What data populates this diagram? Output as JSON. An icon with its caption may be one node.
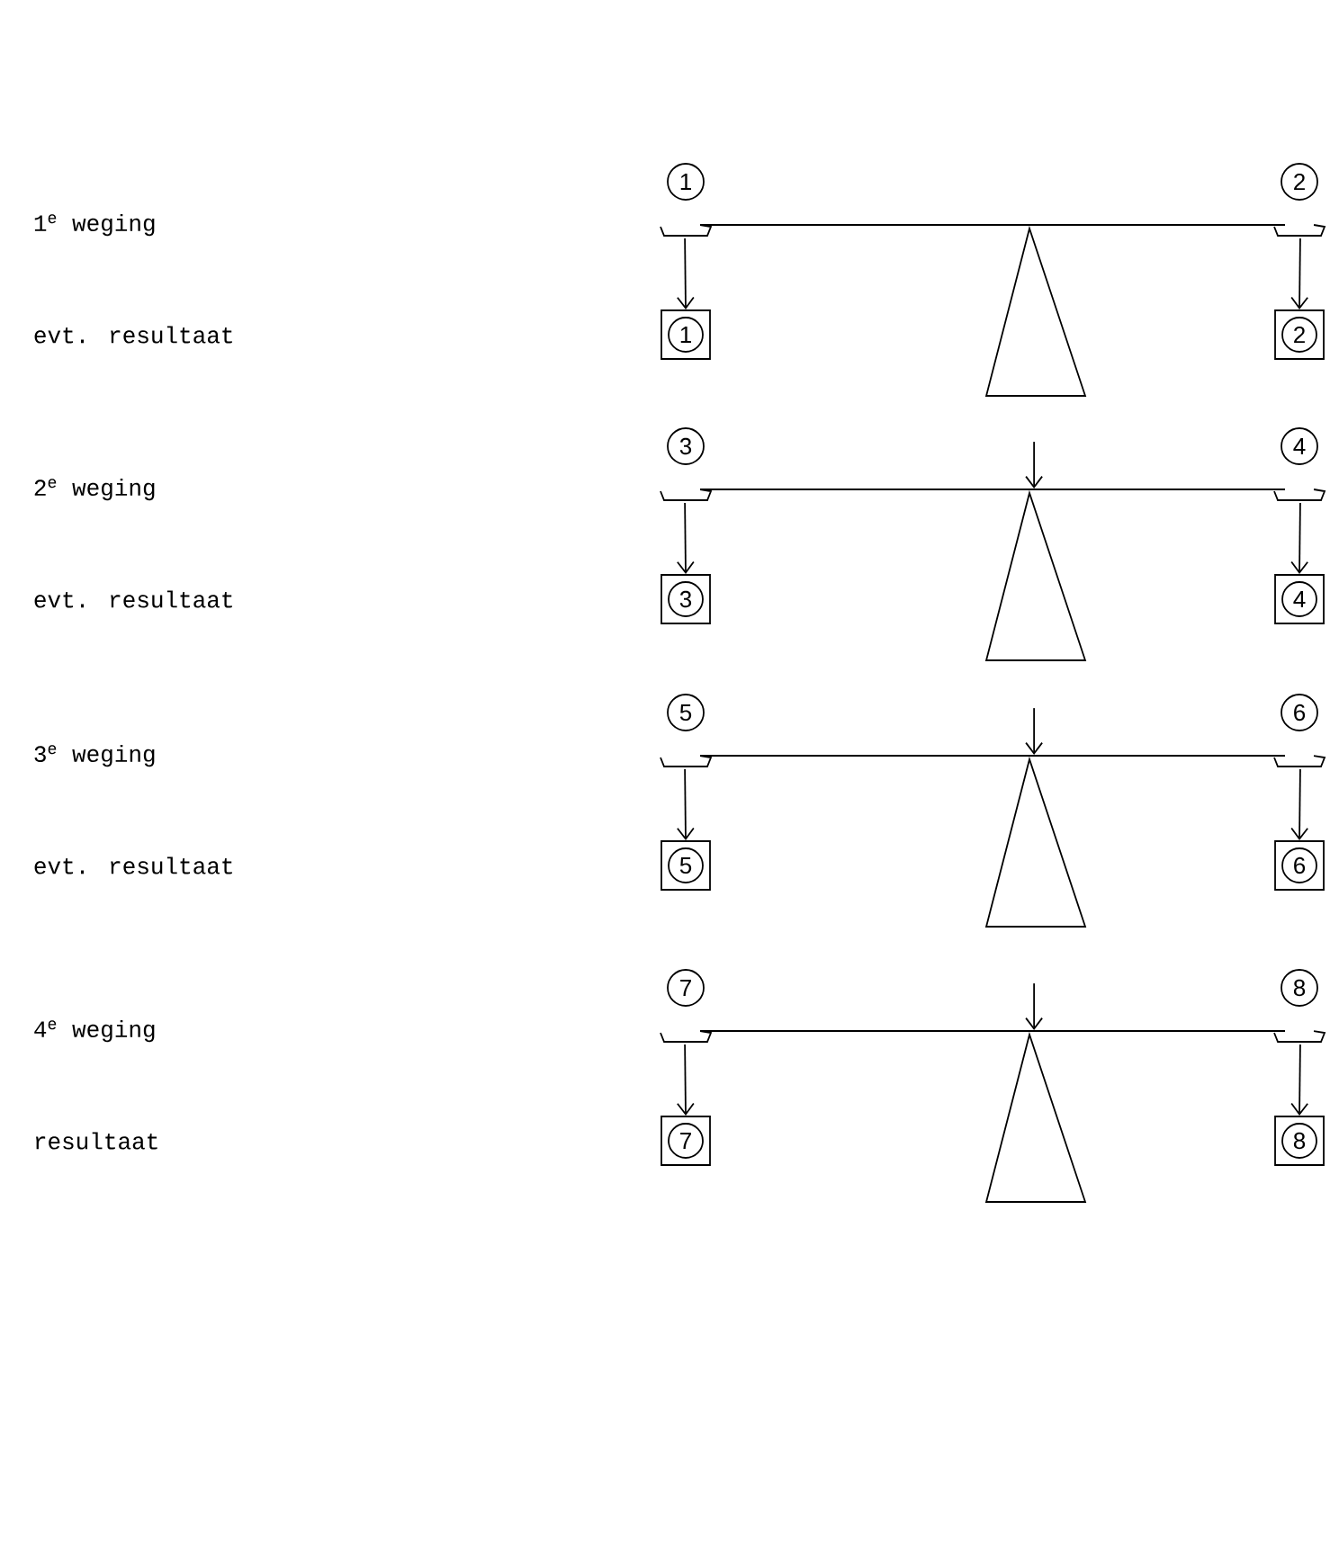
{
  "diagram": {
    "nodes": [
      {
        "text": [
          "1"
        ]
      },
      {
        "text": [
          "2"
        ]
      },
      {
        "text": [],
        "shape": "balance"
      },
      {
        "text": [],
        "shape": "triangle"
      },
      {
        "text": [
          "1"
        ]
      },
      {
        "text": [
          "2"
        ]
      },
      {
        "text": [
          "3"
        ]
      },
      {
        "text": [
          "4"
        ]
      },
      {
        "text": [],
        "shape": "balance"
      },
      {
        "text": [],
        "shape": "triangle"
      },
      {
        "text": [
          "3"
        ]
      },
      {
        "text": [
          "4"
        ]
      },
      {
        "text": [
          "5"
        ]
      },
      {
        "text": [
          "6"
        ]
      },
      {
        "text": [],
        "shape": "balance"
      },
      {
        "text": [],
        "shape": "triangle"
      },
      {
        "text": [
          "5"
        ]
      },
      {
        "text": [
          "6"
        ]
      },
      {
        "text": [
          "7"
        ]
      },
      {
        "text": [
          "8"
        ]
      },
      {
        "text": [],
        "shape": "balance"
      },
      {
        "text": [],
        "shape": "triangle"
      },
      {
        "text": [
          "7"
        ]
      },
      {
        "text": [
          "8"
        ]
      }
    ],
    "edges": [
      {
        "from": 2,
        "to": 4,
        "arrow": "to"
      },
      {
        "from": 2,
        "to": 5,
        "arrow": "to"
      },
      {
        "from": null,
        "to": 8,
        "arrow": "to"
      },
      {
        "from": 8,
        "to": 10,
        "arrow": "to"
      },
      {
        "from": 8,
        "to": 11,
        "arrow": "to"
      },
      {
        "from": null,
        "to": 14,
        "arrow": "to"
      },
      {
        "from": 14,
        "to": 16,
        "arrow": "to"
      },
      {
        "from": 14,
        "to": 17,
        "arrow": "to"
      },
      {
        "from": null,
        "to": 20,
        "arrow": "to"
      },
      {
        "from": 20,
        "to": 22,
        "arrow": "to"
      },
      {
        "from": 20,
        "to": 23,
        "arrow": "to"
      }
    ],
    "labels": [
      "1$^{e}$ weging",
      "evt. resultaat",
      "2$^{e}$ weging",
      "evt. resultaat",
      "3$^{e}$ weging",
      "evt. resultaat",
      "4$^{e}$ weging",
      "resultaat"
    ]
  }
}
